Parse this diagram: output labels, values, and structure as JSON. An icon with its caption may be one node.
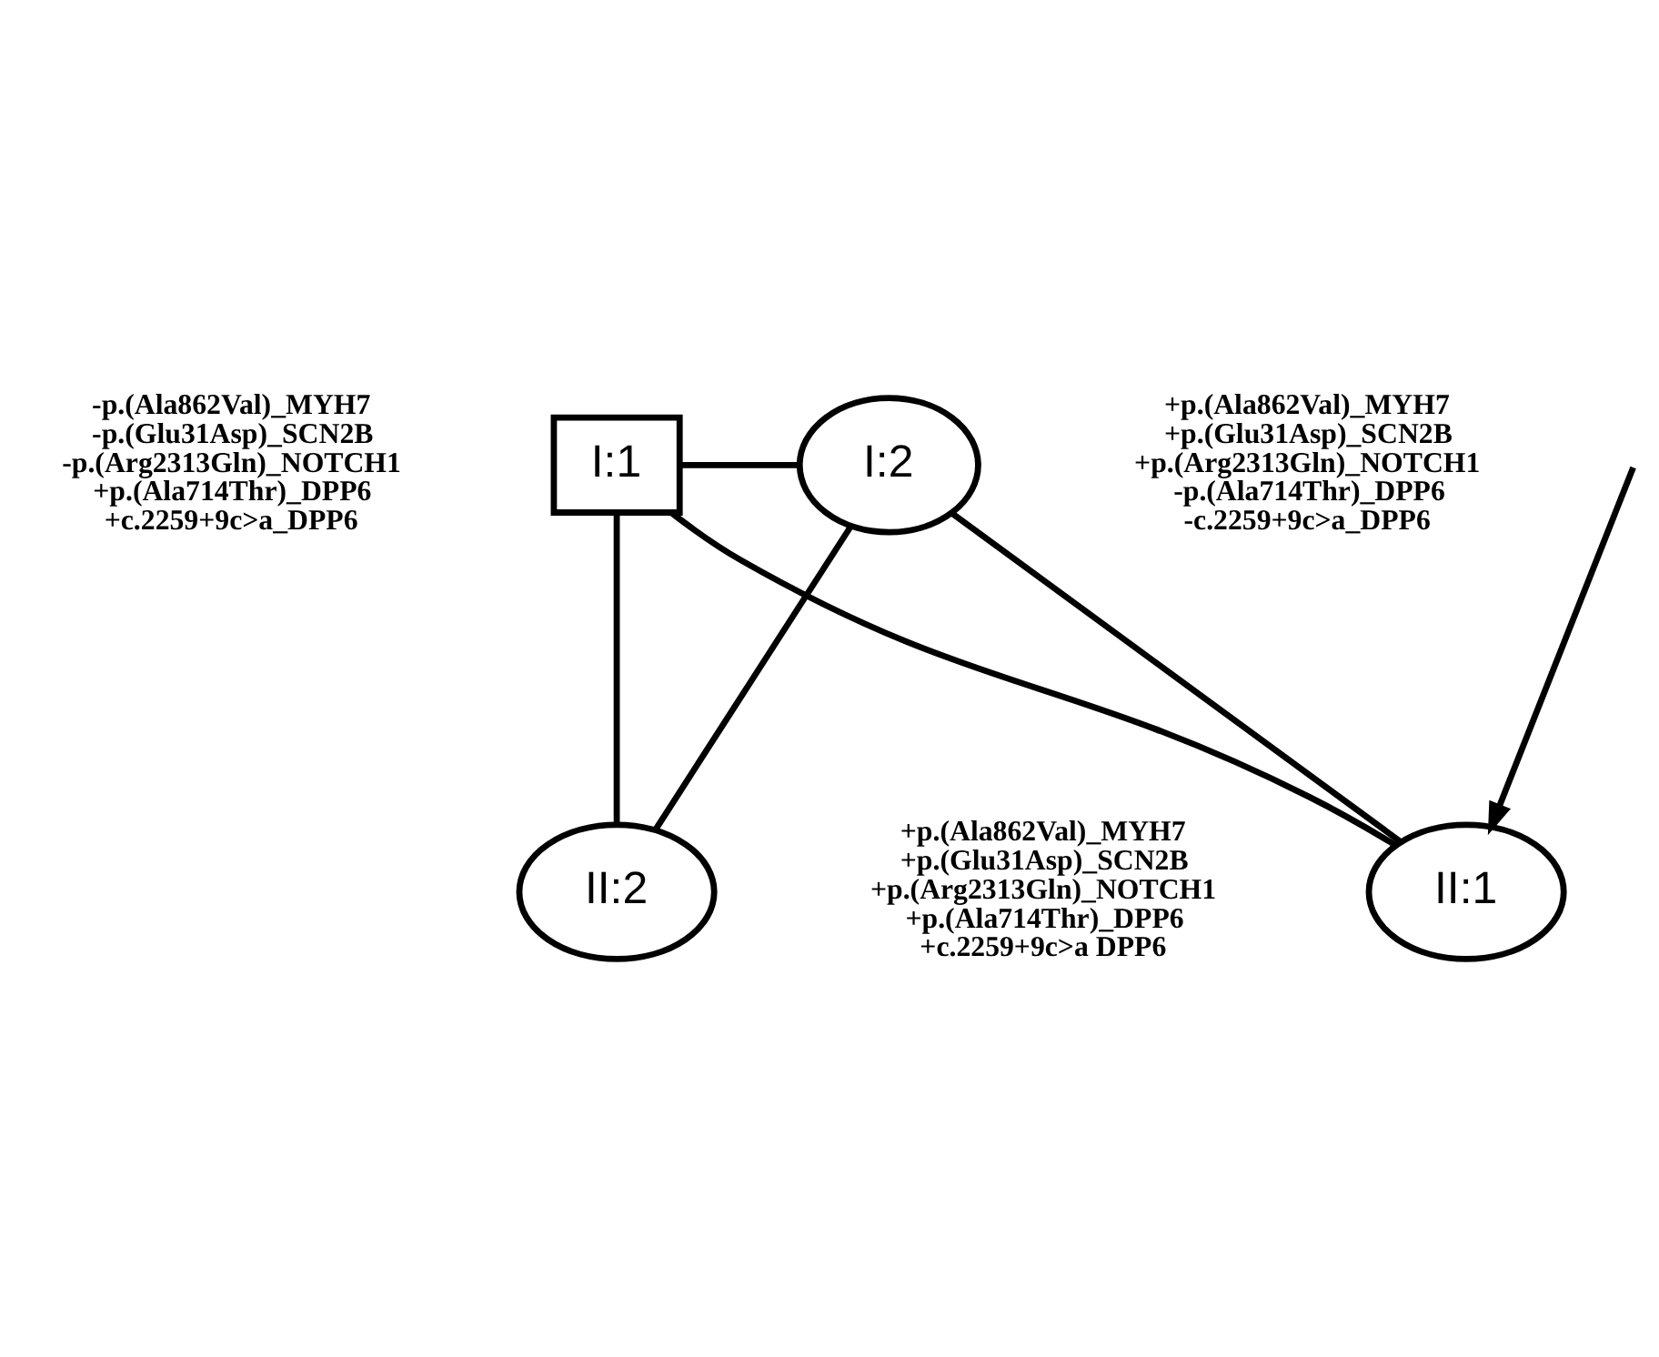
{
  "diagram": {
    "nodes": [
      {
        "text": [
          "I:1"
        ],
        "beside": [
          "-p.(Ala862Val)_MYH7",
          "-p.(Glu31Asp)_SCN2B",
          "-p.(Arg2313Gln)_NOTCH1",
          "+p.(Ala714Thr)_DPP6",
          "+c.2259+9c>a_DPP6"
        ]
      },
      {
        "text": [
          "I:2"
        ],
        "beside": [
          "+p.(Ala862Val)_MYH7",
          "+p.(Glu31Asp)_SCN2B",
          "+p.(Arg2313Gln)_NOTCH1",
          "-p.(Ala714Thr)_DPP6",
          "-c.2259+9c>a_DPP6"
        ]
      },
      {
        "text": [
          "II:1"
        ]
      },
      {
        "text": [
          "II:2"
        ],
        "beside": [
          "+p.(Ala862Val)_MYH7",
          "+p.(Glu31Asp)_SCN2B",
          "+p.(Arg2313Gln)_NOTCH1",
          "+p.(Ala714Thr)_DPP6",
          "+c.2259+9c>a DPP6"
        ]
      }
    ],
    "edges": [
      {
        "from": 0,
        "to": 1,
        "arrow": "none"
      },
      {
        "from": 0,
        "to": 2,
        "arrow": "none"
      },
      {
        "from": 0,
        "to": 3,
        "arrow": "none"
      },
      {
        "from": 1,
        "to": 2,
        "arrow": "none"
      },
      {
        "from": 1,
        "to": 3,
        "arrow": "none"
      },
      {
        "from": null,
        "to": 2,
        "arrow": "to"
      }
    ]
  }
}
